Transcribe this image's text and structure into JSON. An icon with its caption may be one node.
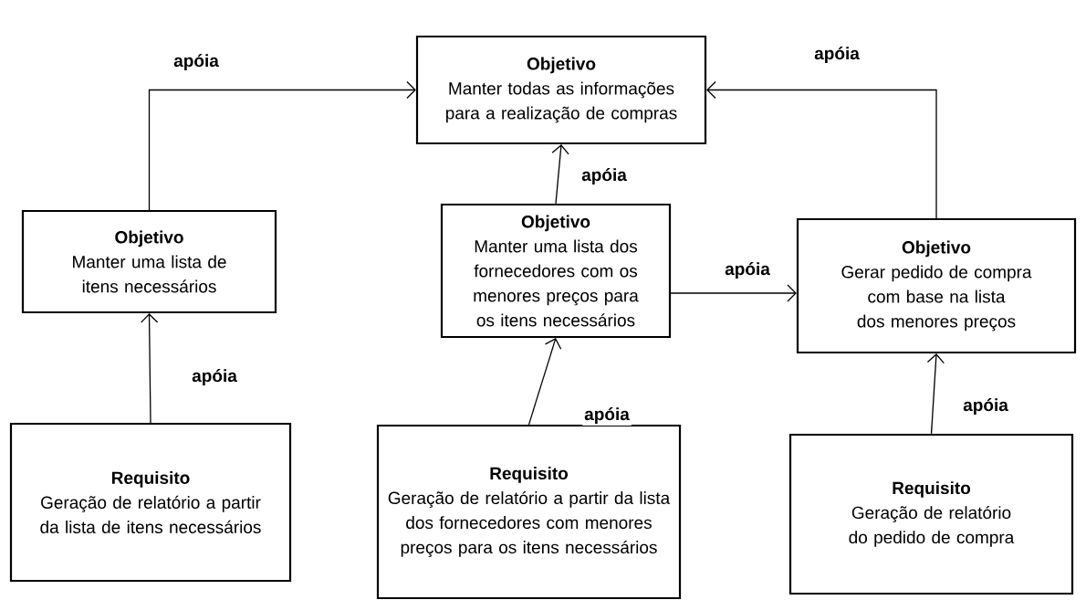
{
  "diagram": {
    "nodes": [
      {
        "text": [
          "Objetivo",
          "Manter todas as informações para a realização de compras"
        ]
      },
      {
        "text": [
          "Objetivo",
          "Manter uma lista de itens necessários"
        ]
      },
      {
        "text": [
          "Objetivo",
          "Manter uma lista dos fornecedores com os menores preços para os itens necessários"
        ]
      },
      {
        "text": [
          "Objetivo",
          "Gerar pedido de compra com base na lista dos menores preços"
        ]
      },
      {
        "text": [
          "Requisito",
          "Geração de relatório a partir da lista de itens necessários"
        ]
      },
      {
        "text": [
          "Requisito",
          "Geração de relatório a partir da lista dos fornecedores com menores preços para os itens necessários"
        ]
      },
      {
        "text": [
          "Requisito",
          "Geração de relatório do pedido de compra"
        ]
      }
    ],
    "edges": [
      {
        "from": 1,
        "to": 0,
        "arrow": "to",
        "label": "apóia"
      },
      {
        "from": 2,
        "to": 0,
        "arrow": "to",
        "label": "apóia"
      },
      {
        "from": 3,
        "to": 0,
        "arrow": "to",
        "label": "apóia"
      },
      {
        "from": 2,
        "to": 3,
        "arrow": "to",
        "label": "apóia"
      },
      {
        "from": 4,
        "to": 1,
        "arrow": "to",
        "label": "apóia"
      },
      {
        "from": 5,
        "to": 2,
        "arrow": "to",
        "label": "apóia"
      },
      {
        "from": 6,
        "to": 3,
        "arrow": "to",
        "label": "apóia"
      }
    ]
  }
}
